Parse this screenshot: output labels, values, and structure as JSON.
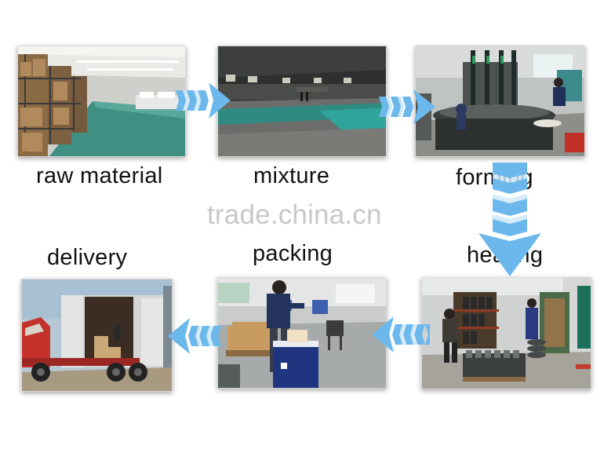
{
  "steps": {
    "raw_material": "raw material",
    "mixture": "mixture",
    "forming": "forming",
    "heating": "heating",
    "packing": "packing",
    "delivery": "delivery"
  },
  "watermark": "trade.china.cn",
  "colors": {
    "arrow": "#6cb8ec",
    "arrow_light": "#cfe8fa",
    "label": "#111111",
    "watermark": "#c8c8c8"
  }
}
